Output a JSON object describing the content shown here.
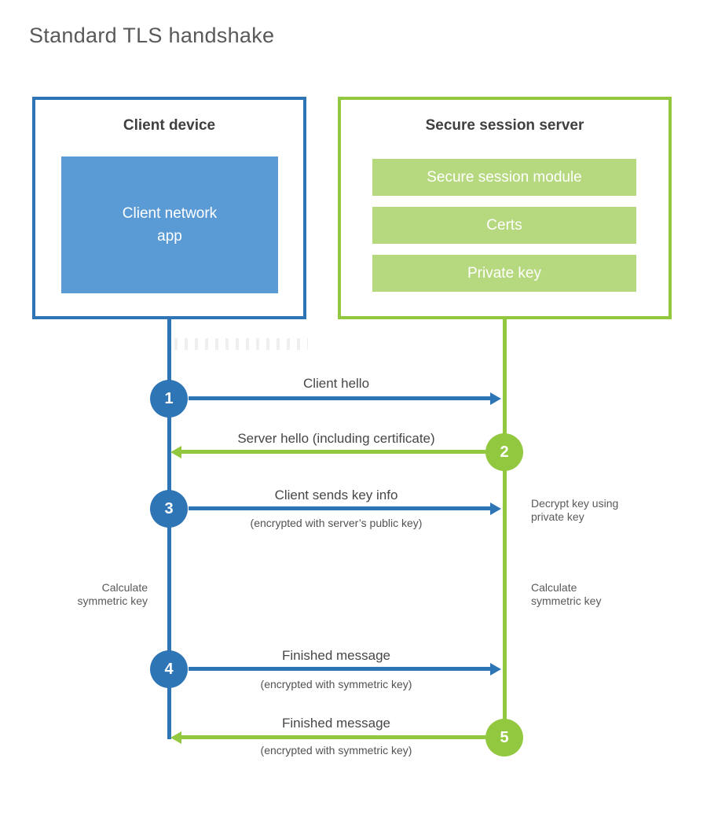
{
  "title": "Standard TLS handshake",
  "colors": {
    "blue": "#2e75b6",
    "light_blue": "#5b9bd5",
    "green": "#92c83f",
    "light_green": "#b6d87e",
    "text_dark": "#3f3f3f",
    "text_gray": "#595959"
  },
  "client_box": {
    "title": "Client device",
    "app_label": "Client network\napp"
  },
  "server_box": {
    "title": "Secure session server",
    "modules": [
      "Secure session module",
      "Certs",
      "Private key"
    ]
  },
  "steps": [
    {
      "number": "1",
      "from": "client",
      "to": "server",
      "label": "Client hello",
      "sublabel": ""
    },
    {
      "number": "2",
      "from": "server",
      "to": "client",
      "label": "Server hello (including certificate)",
      "sublabel": ""
    },
    {
      "number": "3",
      "from": "client",
      "to": "server",
      "label": "Client sends key info",
      "sublabel": "(encrypted with server’s public key)"
    },
    {
      "number": "4",
      "from": "client",
      "to": "server",
      "label": "Finished message",
      "sublabel": "(encrypted with symmetric key)"
    },
    {
      "number": "5",
      "from": "server",
      "to": "client",
      "label": "Finished message",
      "sublabel": "(encrypted with symmetric key)"
    }
  ],
  "side_notes": {
    "decrypt_key": "Decrypt key using\nprivate key",
    "calculate_left": "Calculate\nsymmetric key",
    "calculate_right": "Calculate\nsymmetric key"
  }
}
